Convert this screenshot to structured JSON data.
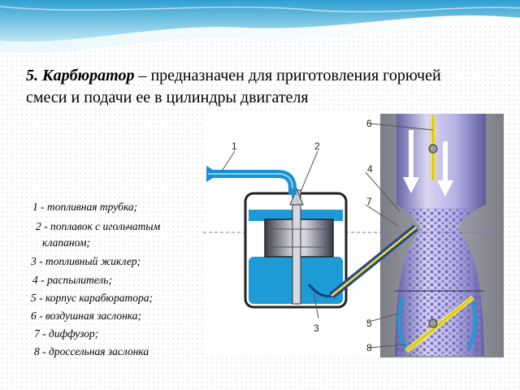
{
  "title": {
    "term": "5. Карбюратор",
    "rest": " – предназначен для приготовления горючей смеси и подачи ее в цилиндры двигателя"
  },
  "legend": [
    "1 - топливная трубка;",
    "2 - поплавок с игольчатым",
    "клапаном;",
    "3 - топливный жиклер;",
    "4 - распылитель;",
    "5 - корпус карабюратора;",
    "6 - воздушная заслонка;",
    "7 - диффузор;",
    "8 - дроссельная заслонка"
  ],
  "diagram_labels": [
    "1",
    "2",
    "3",
    "4",
    "5",
    "6",
    "7",
    "8"
  ],
  "colors": {
    "fuel_blue": "#1e9bd6",
    "pipe_blue": "#1a8fd4",
    "body_gray": "#8e8e96",
    "throat_purple": "#9e96d8",
    "droplet_purple": "#6f66bf",
    "damper_yellow": "#f0e23a",
    "header_wave": "#5fc2e2"
  }
}
